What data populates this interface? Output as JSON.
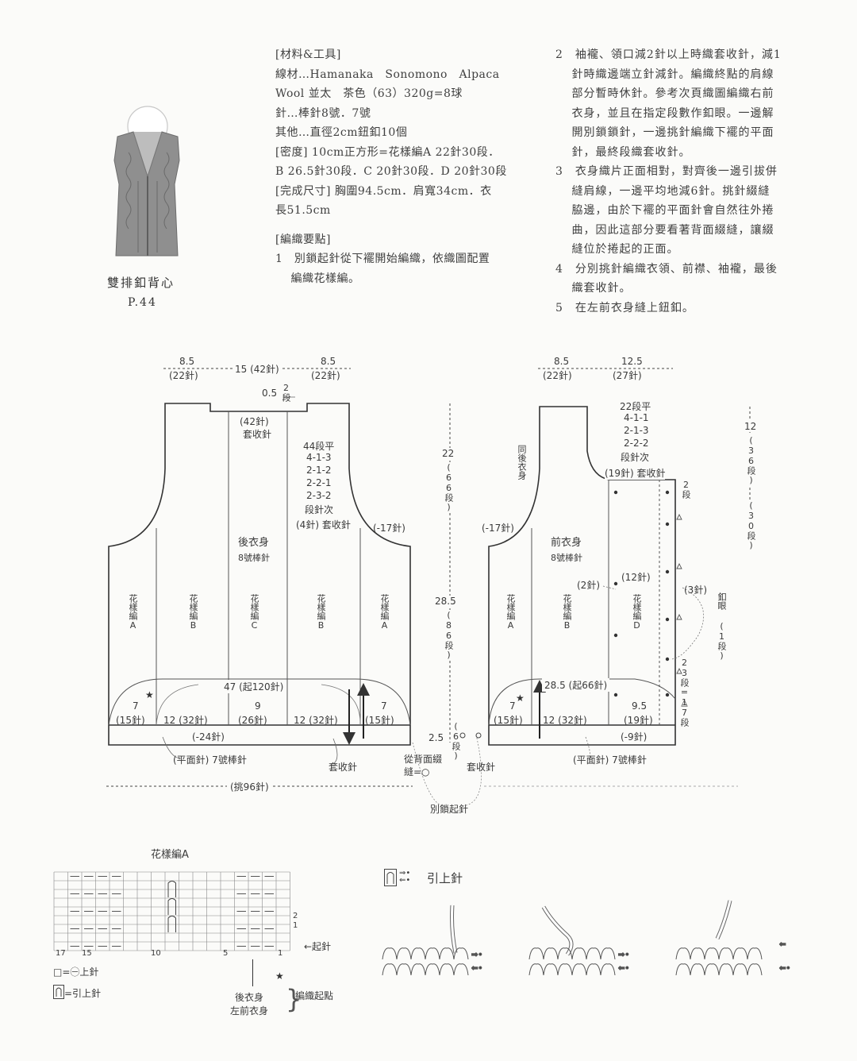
{
  "product": {
    "title": "雙排釦背心",
    "page_ref": "P.44"
  },
  "materials": {
    "lines": [
      "[材料&工具]",
      "線材…Hamanaka　Sonomono　Alpaca",
      "Wool 並太　茶色（63）320g=8球",
      "針…棒針8號．7號",
      "其他…直徑2cm鈕釦10個",
      "[密度] 10cm正方形=花樣編A 22針30段．",
      "B 26.5針30段．C 20針30段．D 20針30段",
      "[完成尺寸] 胸圍94.5cm．肩寬34cm．衣",
      "長51.5cm"
    ],
    "points_title": "[編織要點]",
    "step1": [
      "1　別鎖起針從下襬開始編織，依織圖配置",
      "　 編織花樣編。"
    ]
  },
  "steps": {
    "lines": [
      "2　袖襱、領口減2針以上時織套收針，減1",
      "　 針時織邊端立針減針。編織終點的肩線",
      "　 部分暫時休針。參考次頁織圖編織右前",
      "　 衣身，並且在指定段數作釦眼。一邊解",
      "　 開別鎖鎖針，一邊挑針編織下襬的平面",
      "　 針，最終段織套收針。",
      "3　衣身織片正面相對，對齊後一邊引拔併",
      "　 縫肩線，一邊平均地減6針。挑針綴縫",
      "　 脇邊，由於下襬的平面針會自然往外捲",
      "　 曲，因此這部分要看著背面綴縫，讓綴",
      "　 縫位於捲起的正面。",
      "4　分別挑針編織衣領、前襟、袖襱，最後",
      "　 織套收針。",
      "5　在左前衣身縫上鈕釦。"
    ]
  },
  "back": {
    "dim_left": "8.5",
    "dim_left_st": "(22針)",
    "dim_mid": "15 (42針)",
    "dim_right": "8.5",
    "dim_right_st": "(22針)",
    "neck_h": "0.5",
    "neck_rows": "2段",
    "neck_bind": "(42針)",
    "neck_bind2": "套收針",
    "armhole_sched": [
      "44段平",
      "4-1-3",
      "2-1-2",
      "2-2-1",
      "2-3-2",
      "段針次"
    ],
    "armhole_bind": "(4針) 套收針",
    "armhole_dec": "(-17針)",
    "name": "後衣身",
    "needle": "8號棒針",
    "col_a": "花樣編A",
    "col_b": "花樣編B",
    "col_c": "花樣編C",
    "width": "47 (起120針)",
    "seg_a": "7",
    "seg_a_st": "(15針)",
    "seg_b": "12 (32針)",
    "seg_c": "9",
    "seg_c_st": "(26針)",
    "hem_dec": "(-24針)",
    "hem_label": "(平面針) 7號棒針",
    "bind_off": "套收針",
    "pickup": "(挑96針)"
  },
  "middle": {
    "h1": "22",
    "h1_rows": "(66段)",
    "h2": "28.5",
    "h2_rows": "(86段)",
    "h3": "2.5",
    "h3_rows": "(6段)",
    "sew_note": "從背面綴縫=○",
    "bind_off": "套收針",
    "cast_on": "別鎖起針"
  },
  "front": {
    "dim_left": "8.5",
    "dim_left_st": "(22針)",
    "dim_right": "12.5",
    "dim_right_st": "(27針)",
    "neck_sched": [
      "22段平",
      "4-1-1",
      "2-1-3",
      "2-2-2",
      "段針次"
    ],
    "neck_bind": "(19針) 套收針",
    "same_back": "同後衣身",
    "armhole_dec": "(-17針)",
    "name": "前衣身",
    "needle": "8號棒針",
    "st2": "(2針)",
    "st12": "(12針)",
    "st3": "(3針)",
    "col_a": "花樣編A",
    "col_b": "花樣編B",
    "col_d": "花樣編D",
    "buttonhole": "釦眼",
    "buttonhole_rows": "(1段)",
    "h23": "23段=△",
    "width": "28.5 (起66針)",
    "seg_a": "7",
    "seg_a_st": "(15針)",
    "seg_b": "12 (32針)",
    "seg_d": "9.5",
    "seg_d_st": "(19針)",
    "hem_dec": "(-9針)",
    "hem_label": "(平面針) 7號棒針",
    "rows17": "17段",
    "rows2": "2段",
    "right_h": "12",
    "right_rows": "(36段)",
    "right_rows2": "(30段)"
  },
  "chart": {
    "title": "花樣編A",
    "row_nums": [
      "2",
      "1"
    ],
    "col_nums": [
      "17",
      "15",
      "10",
      "5",
      "1"
    ],
    "start_label": "←起針",
    "legend_knit": "□=㊀上針",
    "legend_slip": "=引上針",
    "back_label": "後衣身",
    "front_label": "左前衣身",
    "start_point": "編織起點"
  },
  "slip_stitch": {
    "title": "引上針"
  }
}
